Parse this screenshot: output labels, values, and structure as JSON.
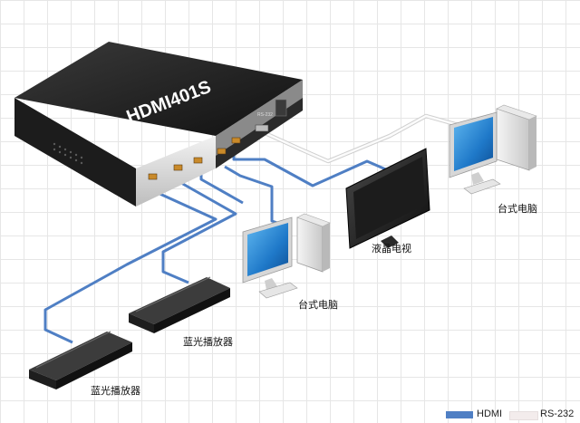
{
  "device": {
    "model": "HDMI401S",
    "port_label": "RS-232"
  },
  "labels": {
    "pc_right": "台式电脑",
    "tv": "液晶电视",
    "pc_center": "台式电脑",
    "bluray_top": "蓝光播放器",
    "bluray_bottom": "蓝光播放器"
  },
  "legend": [
    {
      "label": "HDMI",
      "color": "#4f7fc4"
    },
    {
      "label": "RS-232",
      "color": "#f3ecec"
    }
  ],
  "colors": {
    "hdmi": "#4f7fc4",
    "rs232": "#e8e8e8",
    "chassis": "#1f1f1f"
  }
}
